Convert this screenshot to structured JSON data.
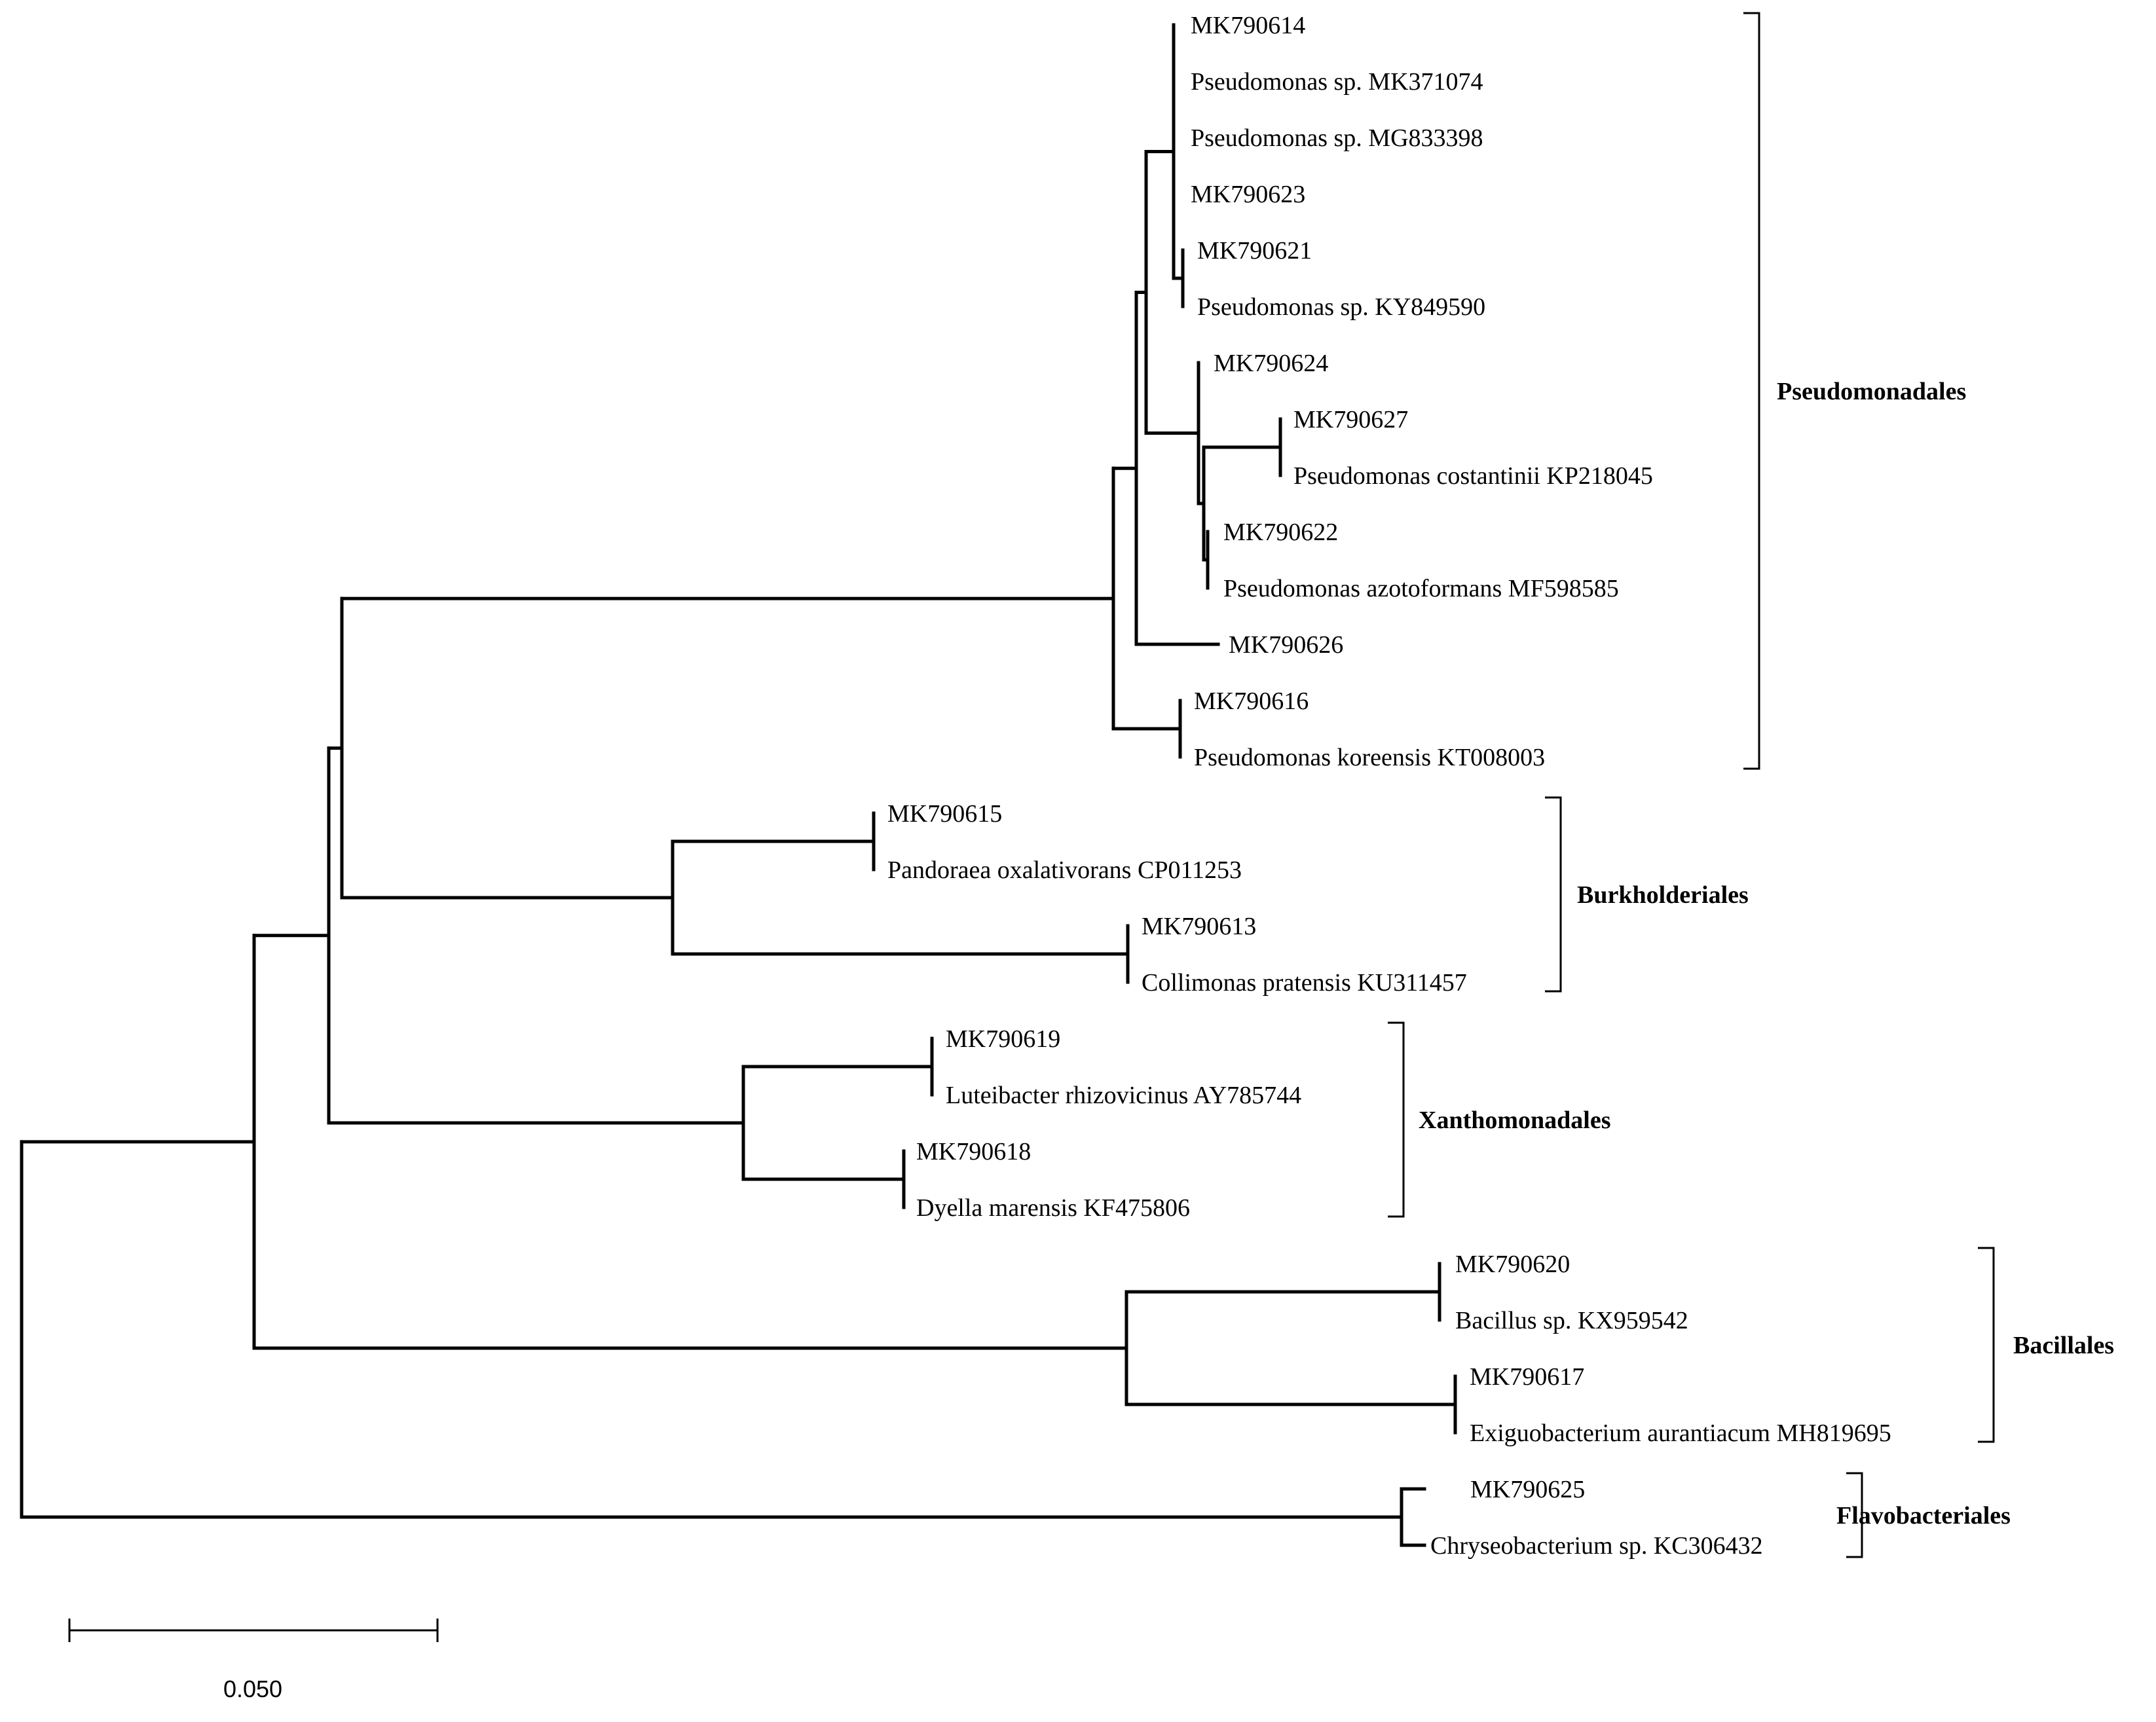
{
  "tree": {
    "leaves": [
      {
        "id": "l1",
        "label": "MK790614"
      },
      {
        "id": "l2",
        "label": "Pseudomonas sp. MK371074"
      },
      {
        "id": "l3",
        "label": "Pseudomonas sp. MG833398"
      },
      {
        "id": "l4",
        "label": "MK790623"
      },
      {
        "id": "l5",
        "label": "MK790621"
      },
      {
        "id": "l6",
        "label": "Pseudomonas sp. KY849590"
      },
      {
        "id": "l7",
        "label": "MK790624"
      },
      {
        "id": "l8",
        "label": "MK790627"
      },
      {
        "id": "l9",
        "label": "Pseudomonas costantinii KP218045"
      },
      {
        "id": "l10",
        "label": "MK790622"
      },
      {
        "id": "l11",
        "label": "Pseudomonas azotoformans MF598585"
      },
      {
        "id": "l12",
        "label": "MK790626"
      },
      {
        "id": "l13",
        "label": "MK790616"
      },
      {
        "id": "l14",
        "label": "Pseudomonas koreensis KT008003"
      },
      {
        "id": "l15",
        "label": "MK790615"
      },
      {
        "id": "l16",
        "label": "Pandoraea oxalativorans CP011253"
      },
      {
        "id": "l17",
        "label": "MK790613"
      },
      {
        "id": "l18",
        "label": "Collimonas pratensis KU311457"
      },
      {
        "id": "l19",
        "label": "MK790619"
      },
      {
        "id": "l20",
        "label": "Luteibacter rhizovicinus AY785744"
      },
      {
        "id": "l21",
        "label": "MK790618"
      },
      {
        "id": "l22",
        "label": "Dyella marensis KF475806"
      },
      {
        "id": "l23",
        "label": "MK790620"
      },
      {
        "id": "l24",
        "label": "Bacillus sp. KX959542"
      },
      {
        "id": "l25",
        "label": "MK790617"
      },
      {
        "id": "l26",
        "label": "Exiguobacterium aurantiacum MH819695"
      },
      {
        "id": "l27",
        "label": "MK790625"
      },
      {
        "id": "l28",
        "label": "Chryseobacterium sp. KC306432"
      }
    ],
    "clades": [
      {
        "id": "c1",
        "label": "Pseudomonadales"
      },
      {
        "id": "c2",
        "label": "Burkholderiales"
      },
      {
        "id": "c3",
        "label": "Xanthomonadales"
      },
      {
        "id": "c4",
        "label": "Bacillales"
      },
      {
        "id": "c5",
        "label": "Flavobacteriales"
      }
    ],
    "scale_bar": {
      "label": "0.050",
      "value": 0.05
    }
  }
}
